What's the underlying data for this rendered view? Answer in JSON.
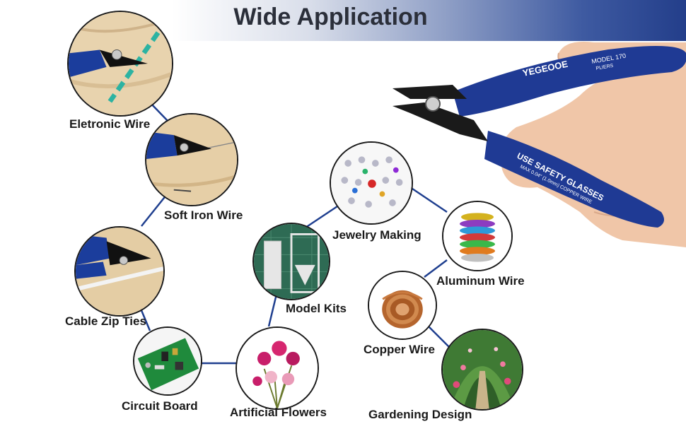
{
  "title": "Wide Application",
  "product": {
    "brand": "YEGEOOE",
    "model": "MODEL 170",
    "model_sub": "PLIERS",
    "warning": "USE SAFETY GLASSES",
    "spec": "MAX 0.04\" (1.0mm) COPPER WIRE"
  },
  "applications": [
    {
      "label": "Eletronic Wire"
    },
    {
      "label": "Soft Iron Wire"
    },
    {
      "label": "Cable Zip Ties"
    },
    {
      "label": "Circuit Board"
    },
    {
      "label": "Artificial Flowers"
    },
    {
      "label": "Model Kits"
    },
    {
      "label": "Jewelry Making"
    },
    {
      "label": "Aluminum Wire"
    },
    {
      "label": "Copper Wire"
    },
    {
      "label": "Gardening Design"
    }
  ],
  "colors": {
    "link": "#1f3f8f",
    "handle": "#1f3a94",
    "banner": "#233e8a"
  },
  "icons": [
    "pliers-photo",
    "wire-photo",
    "zip-tie-photo",
    "circuit-board-photo",
    "flowers-photo",
    "model-kit-photo",
    "jewelry-photo",
    "aluminum-wire-photo",
    "copper-wire-photo",
    "garden-photo",
    "hand-holding-pliers-photo"
  ]
}
